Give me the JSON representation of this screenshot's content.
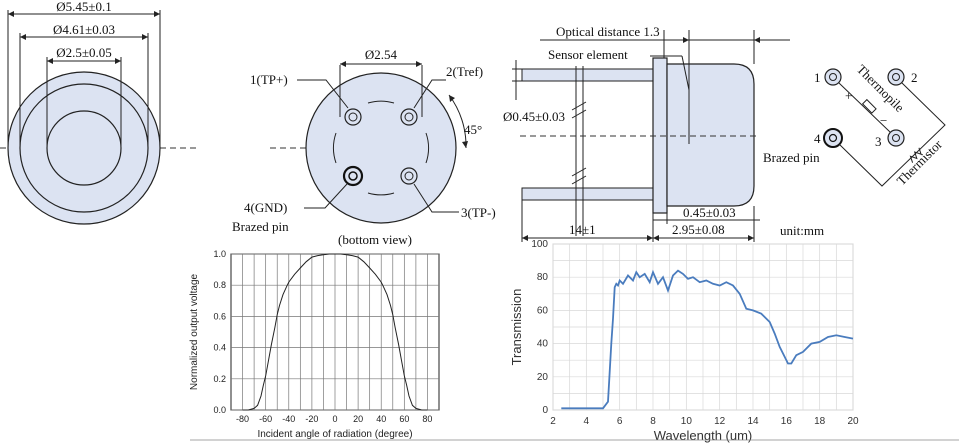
{
  "labels": {
    "d_outer": "Ø5.45±0.1",
    "d_mid": "Ø4.61±0.03",
    "d_inner": "Ø2.5±0.05",
    "d_pitch": "Ø2.54",
    "pin1": "1(TP+)",
    "pin2": "2(Tref)",
    "pin3": "3(TP-)",
    "pin4": "4(GND)",
    "angle": "45°",
    "brazed_pin": "Brazed pin",
    "bottom_view": "(bottom view)",
    "optical_distance": "Optical distance 1.3",
    "sensor_element": "Sensor element",
    "d_pin": "Ø0.45±0.03",
    "len_pin": "14±1",
    "len_body": "2.95±0.08",
    "flange": "0.45±0.03",
    "unit": "unit:mm",
    "sch_1": "1",
    "sch_2": "2",
    "sch_3": "3",
    "sch_4": "4",
    "thermopile": "Thermopile",
    "thermistor": "Thermistor",
    "brazed_pin_2": "Brazed pin"
  },
  "chart_data": [
    {
      "type": "line",
      "title": "",
      "xlabel": "Incident angle of radiation (degree)",
      "ylabel": "Normalized output voltage",
      "xlim": [
        -90,
        90
      ],
      "ylim": [
        0,
        1.0
      ],
      "xticks": [
        -80,
        -60,
        -40,
        -20,
        0,
        20,
        40,
        60,
        80
      ],
      "yticks": [
        0,
        0.2,
        0.4,
        0.6,
        0.8,
        1.0
      ],
      "tick_labels_x": [
        "-80",
        "-60",
        "-40",
        "-20",
        "0",
        "20",
        "40",
        "60",
        "80"
      ],
      "tick_labels_y": [
        "0.0",
        "0.2",
        "0.4",
        "0.6",
        "0.8",
        "1.0"
      ],
      "grid": true,
      "x": [
        -80,
        -75,
        -70,
        -67,
        -64,
        -62,
        -60,
        -58,
        -55,
        -52,
        -50,
        -48,
        -45,
        -42,
        -40,
        -35,
        -30,
        -25,
        -20,
        -15,
        -10,
        -5,
        0,
        5,
        10,
        15,
        20,
        25,
        30,
        35,
        40,
        42,
        45,
        48,
        50,
        52,
        55,
        58,
        60,
        62,
        64,
        67,
        70,
        75,
        80
      ],
      "y": [
        0.0,
        0.0,
        0.01,
        0.03,
        0.09,
        0.16,
        0.22,
        0.3,
        0.42,
        0.53,
        0.61,
        0.67,
        0.74,
        0.79,
        0.82,
        0.87,
        0.91,
        0.95,
        0.98,
        0.99,
        0.995,
        1.0,
        1.0,
        1.0,
        0.995,
        0.99,
        0.98,
        0.95,
        0.91,
        0.87,
        0.82,
        0.79,
        0.74,
        0.67,
        0.61,
        0.53,
        0.42,
        0.3,
        0.22,
        0.16,
        0.09,
        0.03,
        0.01,
        0.0,
        0.0
      ],
      "color": "#222222"
    },
    {
      "type": "line",
      "title": "",
      "xlabel": "Wavelength (um)",
      "ylabel": "Transmission",
      "xlim": [
        2,
        20
      ],
      "ylim": [
        0,
        100
      ],
      "xticks": [
        2,
        4,
        6,
        8,
        10,
        12,
        14,
        16,
        18,
        20
      ],
      "yticks": [
        0,
        20,
        40,
        60,
        80,
        100
      ],
      "grid": true,
      "x": [
        2.5,
        3,
        3.5,
        4,
        4.5,
        5,
        5.3,
        5.5,
        5.6,
        5.7,
        5.8,
        5.9,
        6.0,
        6.2,
        6.5,
        6.8,
        7.0,
        7.2,
        7.5,
        7.8,
        8.0,
        8.3,
        8.6,
        8.9,
        9.2,
        9.5,
        9.8,
        10.1,
        10.4,
        10.8,
        11.2,
        11.6,
        12.0,
        12.4,
        12.8,
        13.2,
        13.6,
        14.0,
        14.5,
        15.0,
        15.3,
        15.6,
        15.9,
        16.1,
        16.3,
        16.6,
        17.0,
        17.5,
        18.0,
        18.5,
        19.0,
        19.5,
        20.0
      ],
      "y": [
        1,
        1,
        1,
        1,
        1,
        1,
        5,
        40,
        55,
        74,
        76,
        75,
        78,
        76,
        81,
        78,
        83,
        80,
        82,
        77,
        83,
        76,
        80,
        72,
        81,
        84,
        82,
        79,
        80,
        77,
        78,
        76,
        75,
        77,
        75,
        70,
        61,
        60,
        58,
        53,
        46,
        38,
        32,
        28,
        28,
        33,
        35,
        40,
        41,
        44,
        45,
        44,
        43
      ],
      "color": "#4a7cbe"
    }
  ]
}
